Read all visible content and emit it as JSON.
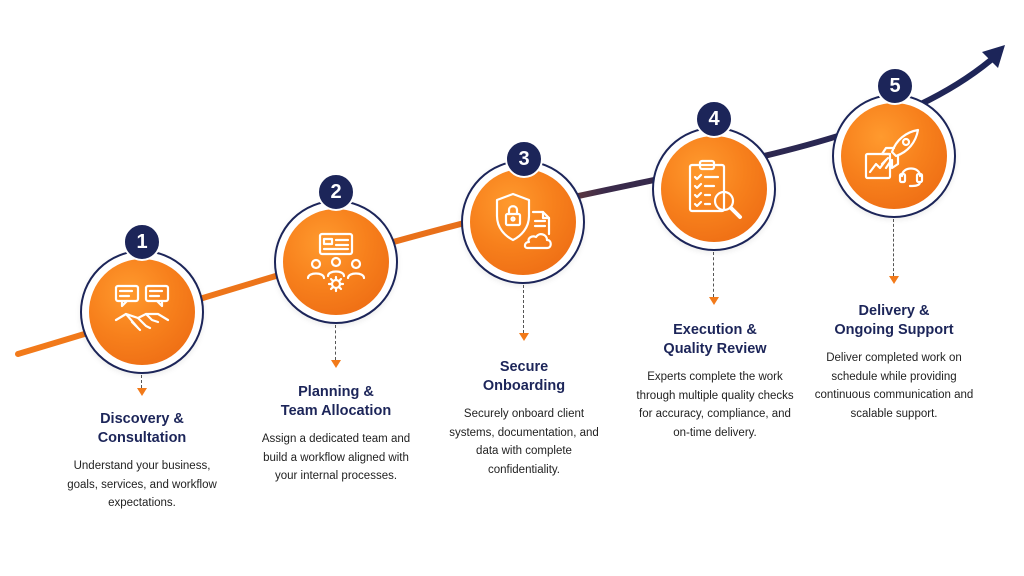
{
  "colors": {
    "accent_orange": "#f27a1a",
    "navy": "#1c2559",
    "text": "#222222",
    "background": "#ffffff"
  },
  "steps": [
    {
      "number": "1",
      "icon": "chat-bubbles-handshake-icon",
      "title": "Discovery &\nConsultation",
      "description": "Understand your business, goals, services, and workflow expectations."
    },
    {
      "number": "2",
      "icon": "team-dashboard-gear-icon",
      "title": "Planning &\nTeam Allocation",
      "description": "Assign a dedicated team and build a workflow aligned with your internal processes."
    },
    {
      "number": "3",
      "icon": "shield-lock-cloud-document-icon",
      "title": "Secure\nOnboarding",
      "description": "Securely onboard client systems, documentation, and data with complete confidentiality."
    },
    {
      "number": "4",
      "icon": "checklist-magnifier-icon",
      "title": "Execution &\nQuality Review",
      "description": "Experts complete the work through multiple quality checks for accuracy, compliance, and on-time delivery."
    },
    {
      "number": "5",
      "icon": "rocket-chart-headset-icon",
      "title": "Delivery &\nOngoing Support",
      "description": "Deliver completed work on schedule while providing continuous communication and scalable support."
    }
  ]
}
